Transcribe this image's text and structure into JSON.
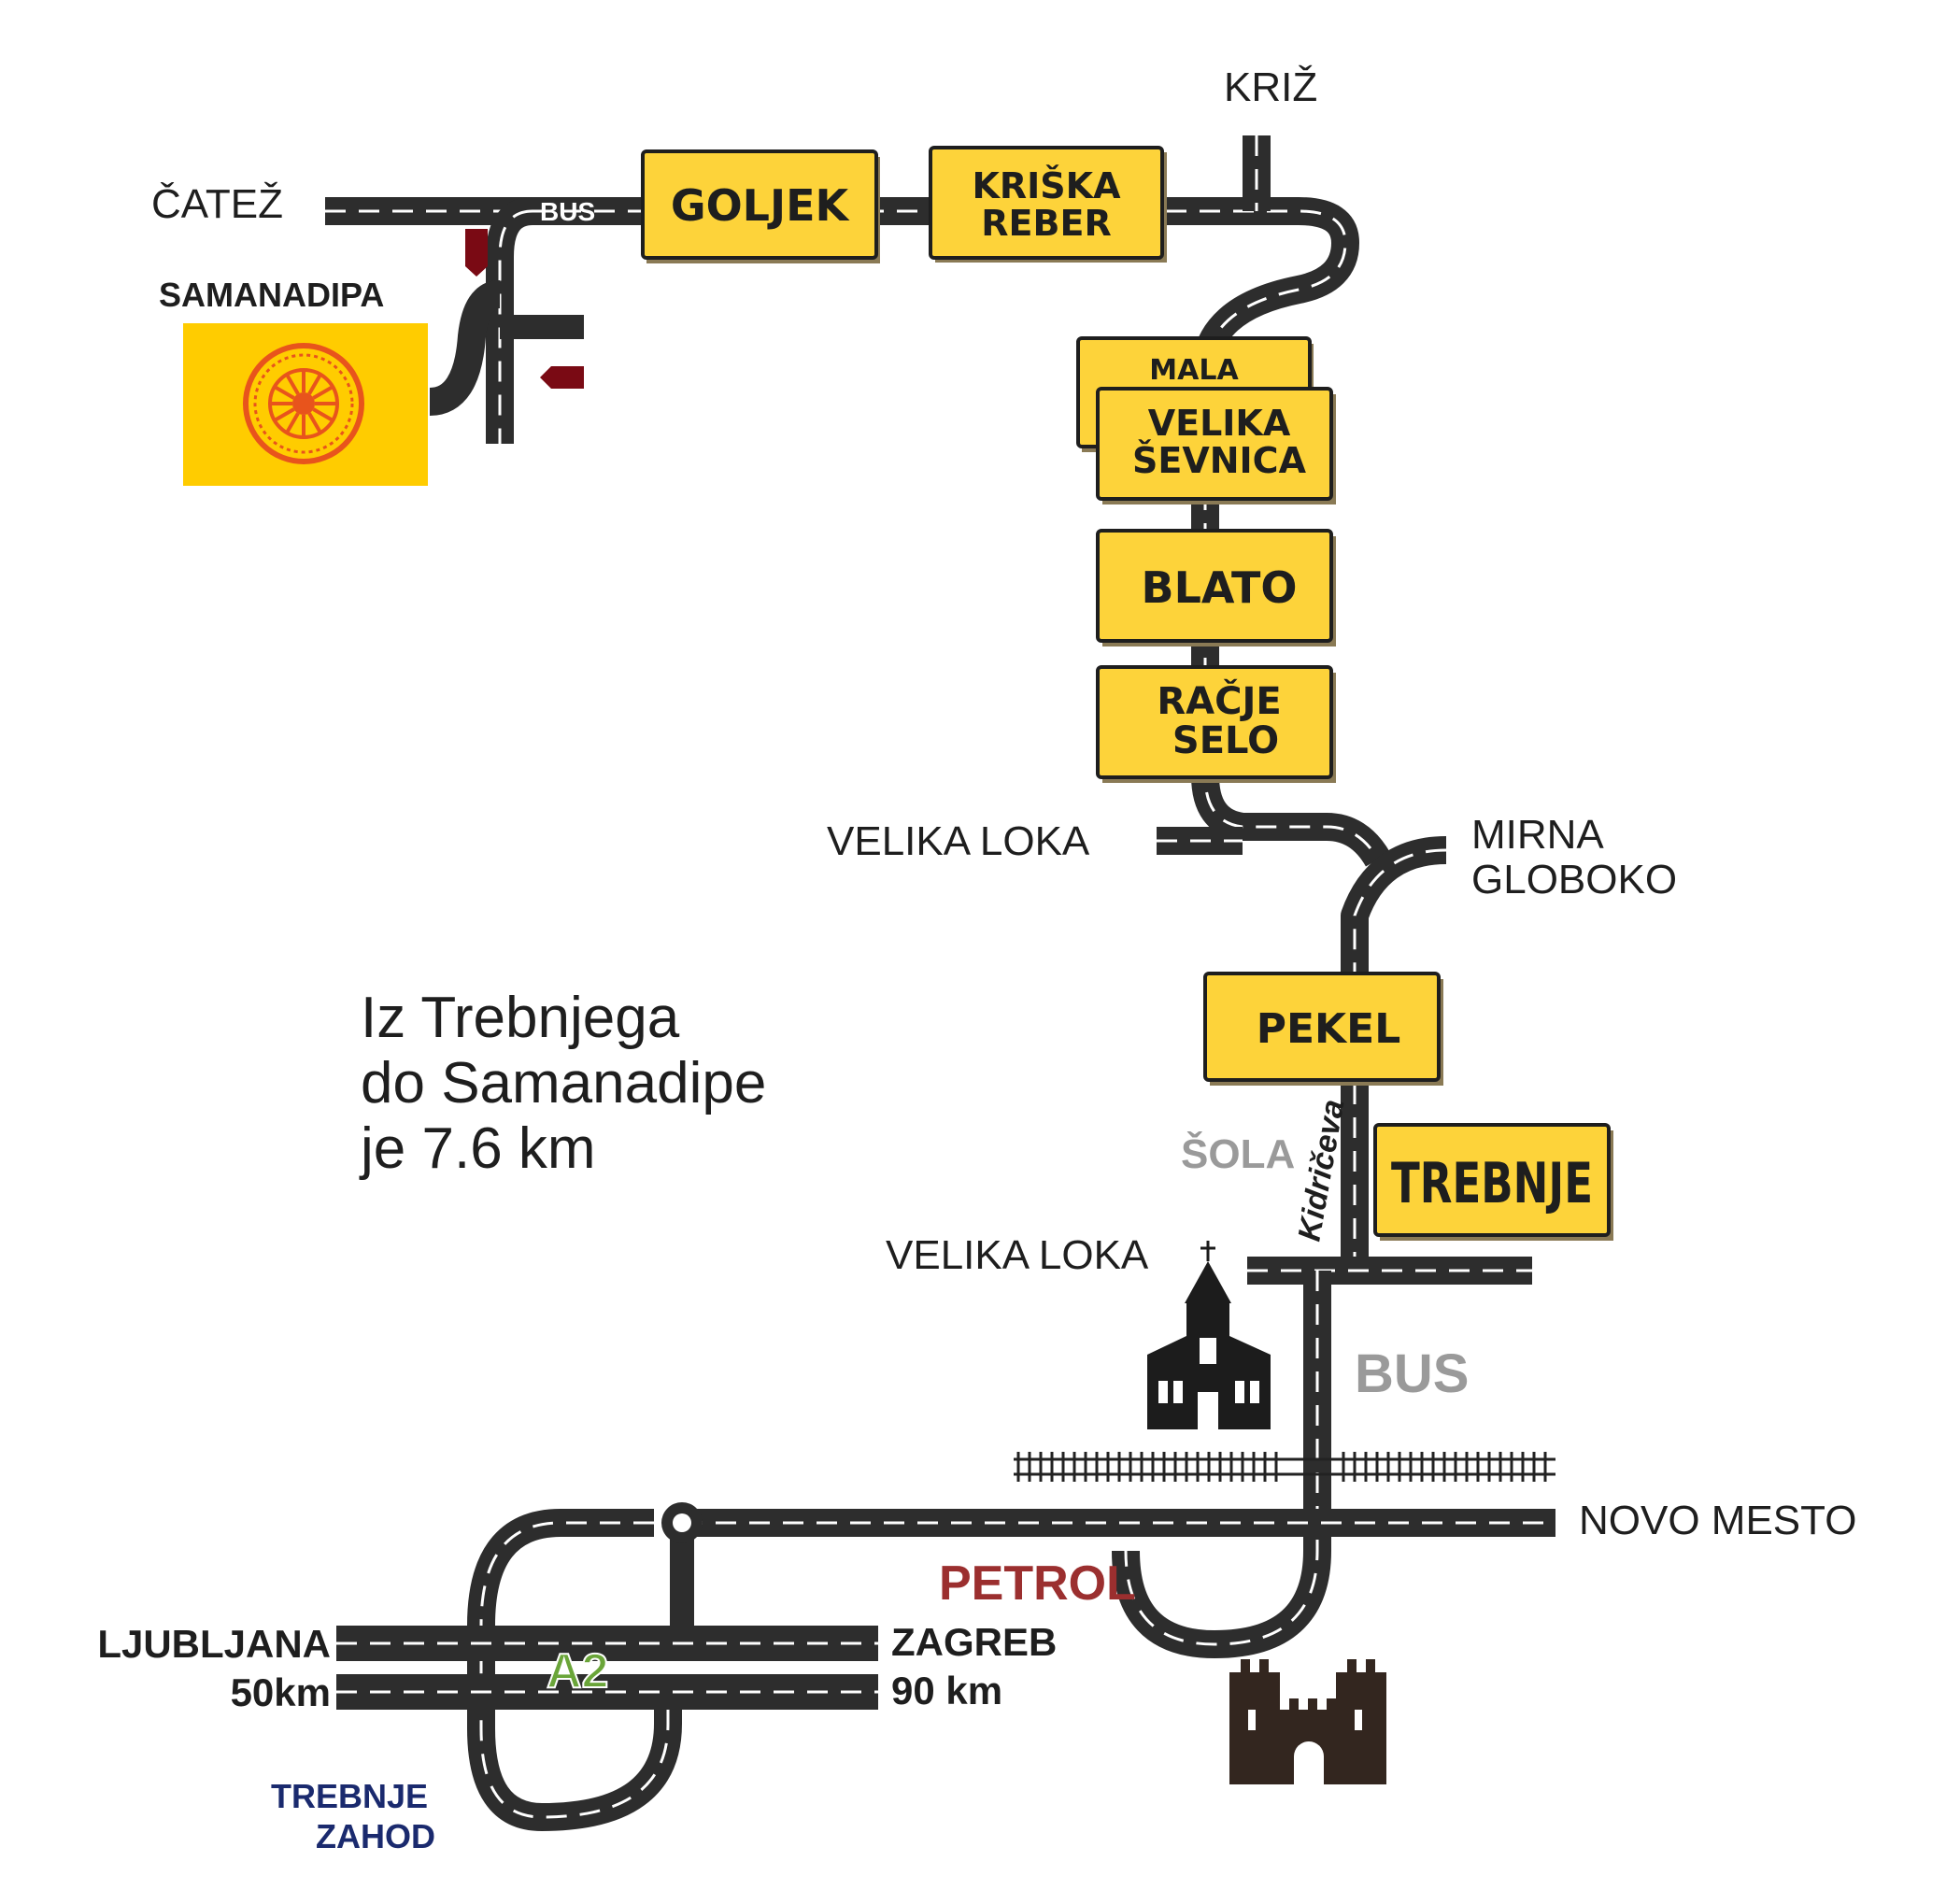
{
  "colors": {
    "sign_yellow": "#fdd33a",
    "road": "#2d2d2d",
    "samanadipa_flag": "#ffcc00",
    "wheel": "#e8541c",
    "arrow": "#7a0a14",
    "petrol": "#9b2f2f",
    "trebnje_zahod": "#1a2a6e",
    "a2_green": "#6aa539",
    "grey_label": "#9a9a9a",
    "castle": "#33261f"
  },
  "icons": {
    "church": "church-icon",
    "castle": "castle-icon",
    "wheel": "dharma-wheel-icon"
  },
  "places": {
    "catez": "ČATEŽ",
    "kriz": "KRIŽ",
    "bus_top": "BUS",
    "samanadipa": "SAMANADIPA",
    "velika_loka_1": "VELIKA LOKA",
    "mirna": "MIRNA",
    "globoko": "GLOBOKO",
    "sola": "ŠOLA",
    "kidriceva": "Kidričeva",
    "velika_loka_2": "VELIKA LOKA",
    "bus_mid": "BUS",
    "novo_mesto": "NOVO MESTO",
    "petrol": "PETROL",
    "ljubljana": "LJUBLJANA",
    "ljubljana_km": "50km",
    "zagreb": "ZAGREB",
    "zagreb_km": "90 km",
    "a2": "A2",
    "trebnje_zahod_1": "TREBNJE",
    "trebnje_zahod_2": "ZAHOD"
  },
  "signs": {
    "goljek": "GOLJEK",
    "kriska_1": "KRIŠKA",
    "kriska_2": "REBER",
    "mala": "MALA",
    "velika_1": "VELIKA",
    "velika_2": "ŠEVNICA",
    "blato": "BLATO",
    "racje_1": "RAČJE",
    "racje_2": "SELO",
    "pekel": "PEKEL",
    "trebnje": "TREBNJE"
  },
  "info": {
    "line1": "Iz Trebnjega",
    "line2": "do Samanadipe",
    "line3": "je 7.6 km"
  }
}
